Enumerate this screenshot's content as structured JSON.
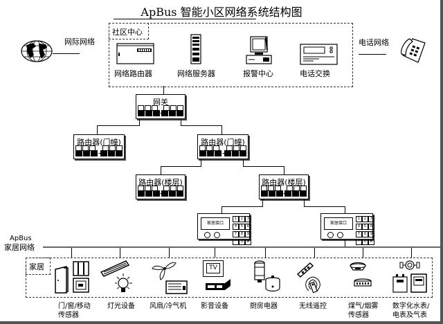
{
  "title": "ApBus 智能小区网络系统结构图",
  "external": {
    "internet_label": "网际网络",
    "phone_label": "电话网络"
  },
  "community_center": {
    "label": "社区中心",
    "items": [
      {
        "label": "网络路由器",
        "icon": "router-icon"
      },
      {
        "label": "网络服务器",
        "icon": "server-icon"
      },
      {
        "label": "报警中心",
        "icon": "computer-icon"
      },
      {
        "label": "电话交换",
        "icon": "switchboard-icon"
      }
    ]
  },
  "network": {
    "gateway": {
      "label": "网关"
    },
    "building_routers": [
      {
        "label": "路由器(门幢)"
      },
      {
        "label": "路由器(门幢)"
      }
    ],
    "floor_routers": [
      {
        "label": "路由器(楼层)"
      },
      {
        "label": "路由器(楼层)"
      }
    ],
    "home_panels": [
      {
        "screen": "家居接口"
      },
      {
        "screen": "家居接口"
      }
    ],
    "keypad_keys": [
      "1",
      "2",
      "3",
      "4",
      "5",
      "6",
      "7",
      "8",
      "9",
      "*",
      "0",
      "#"
    ]
  },
  "home_bus": {
    "label_top": "ApBus",
    "label_bottom": "家居网络"
  },
  "home": {
    "label": "家居",
    "devices": [
      {
        "label_1": "门/窗/移动",
        "label_2": "传感器",
        "icon": "door-window-sensor-icon"
      },
      {
        "label_1": "灯光设备",
        "label_2": "",
        "icon": "lighting-icon"
      },
      {
        "label_1": "风扇/冷气机",
        "label_2": "",
        "icon": "fan-aircon-icon"
      },
      {
        "label_1": "影音设备",
        "label_2": "",
        "icon": "tv-av-icon"
      },
      {
        "label_1": "厨房电器",
        "label_2": "",
        "icon": "kitchen-appliance-icon"
      },
      {
        "label_1": "无线遥控",
        "label_2": "",
        "icon": "remote-control-icon"
      },
      {
        "label_1": "煤气/烟雾",
        "label_2": "传感器",
        "icon": "gas-smoke-sensor-icon"
      },
      {
        "label_1": "数字化水表/",
        "label_2": "电表及气表",
        "icon": "meters-icon"
      }
    ]
  },
  "tv_text": "TV"
}
